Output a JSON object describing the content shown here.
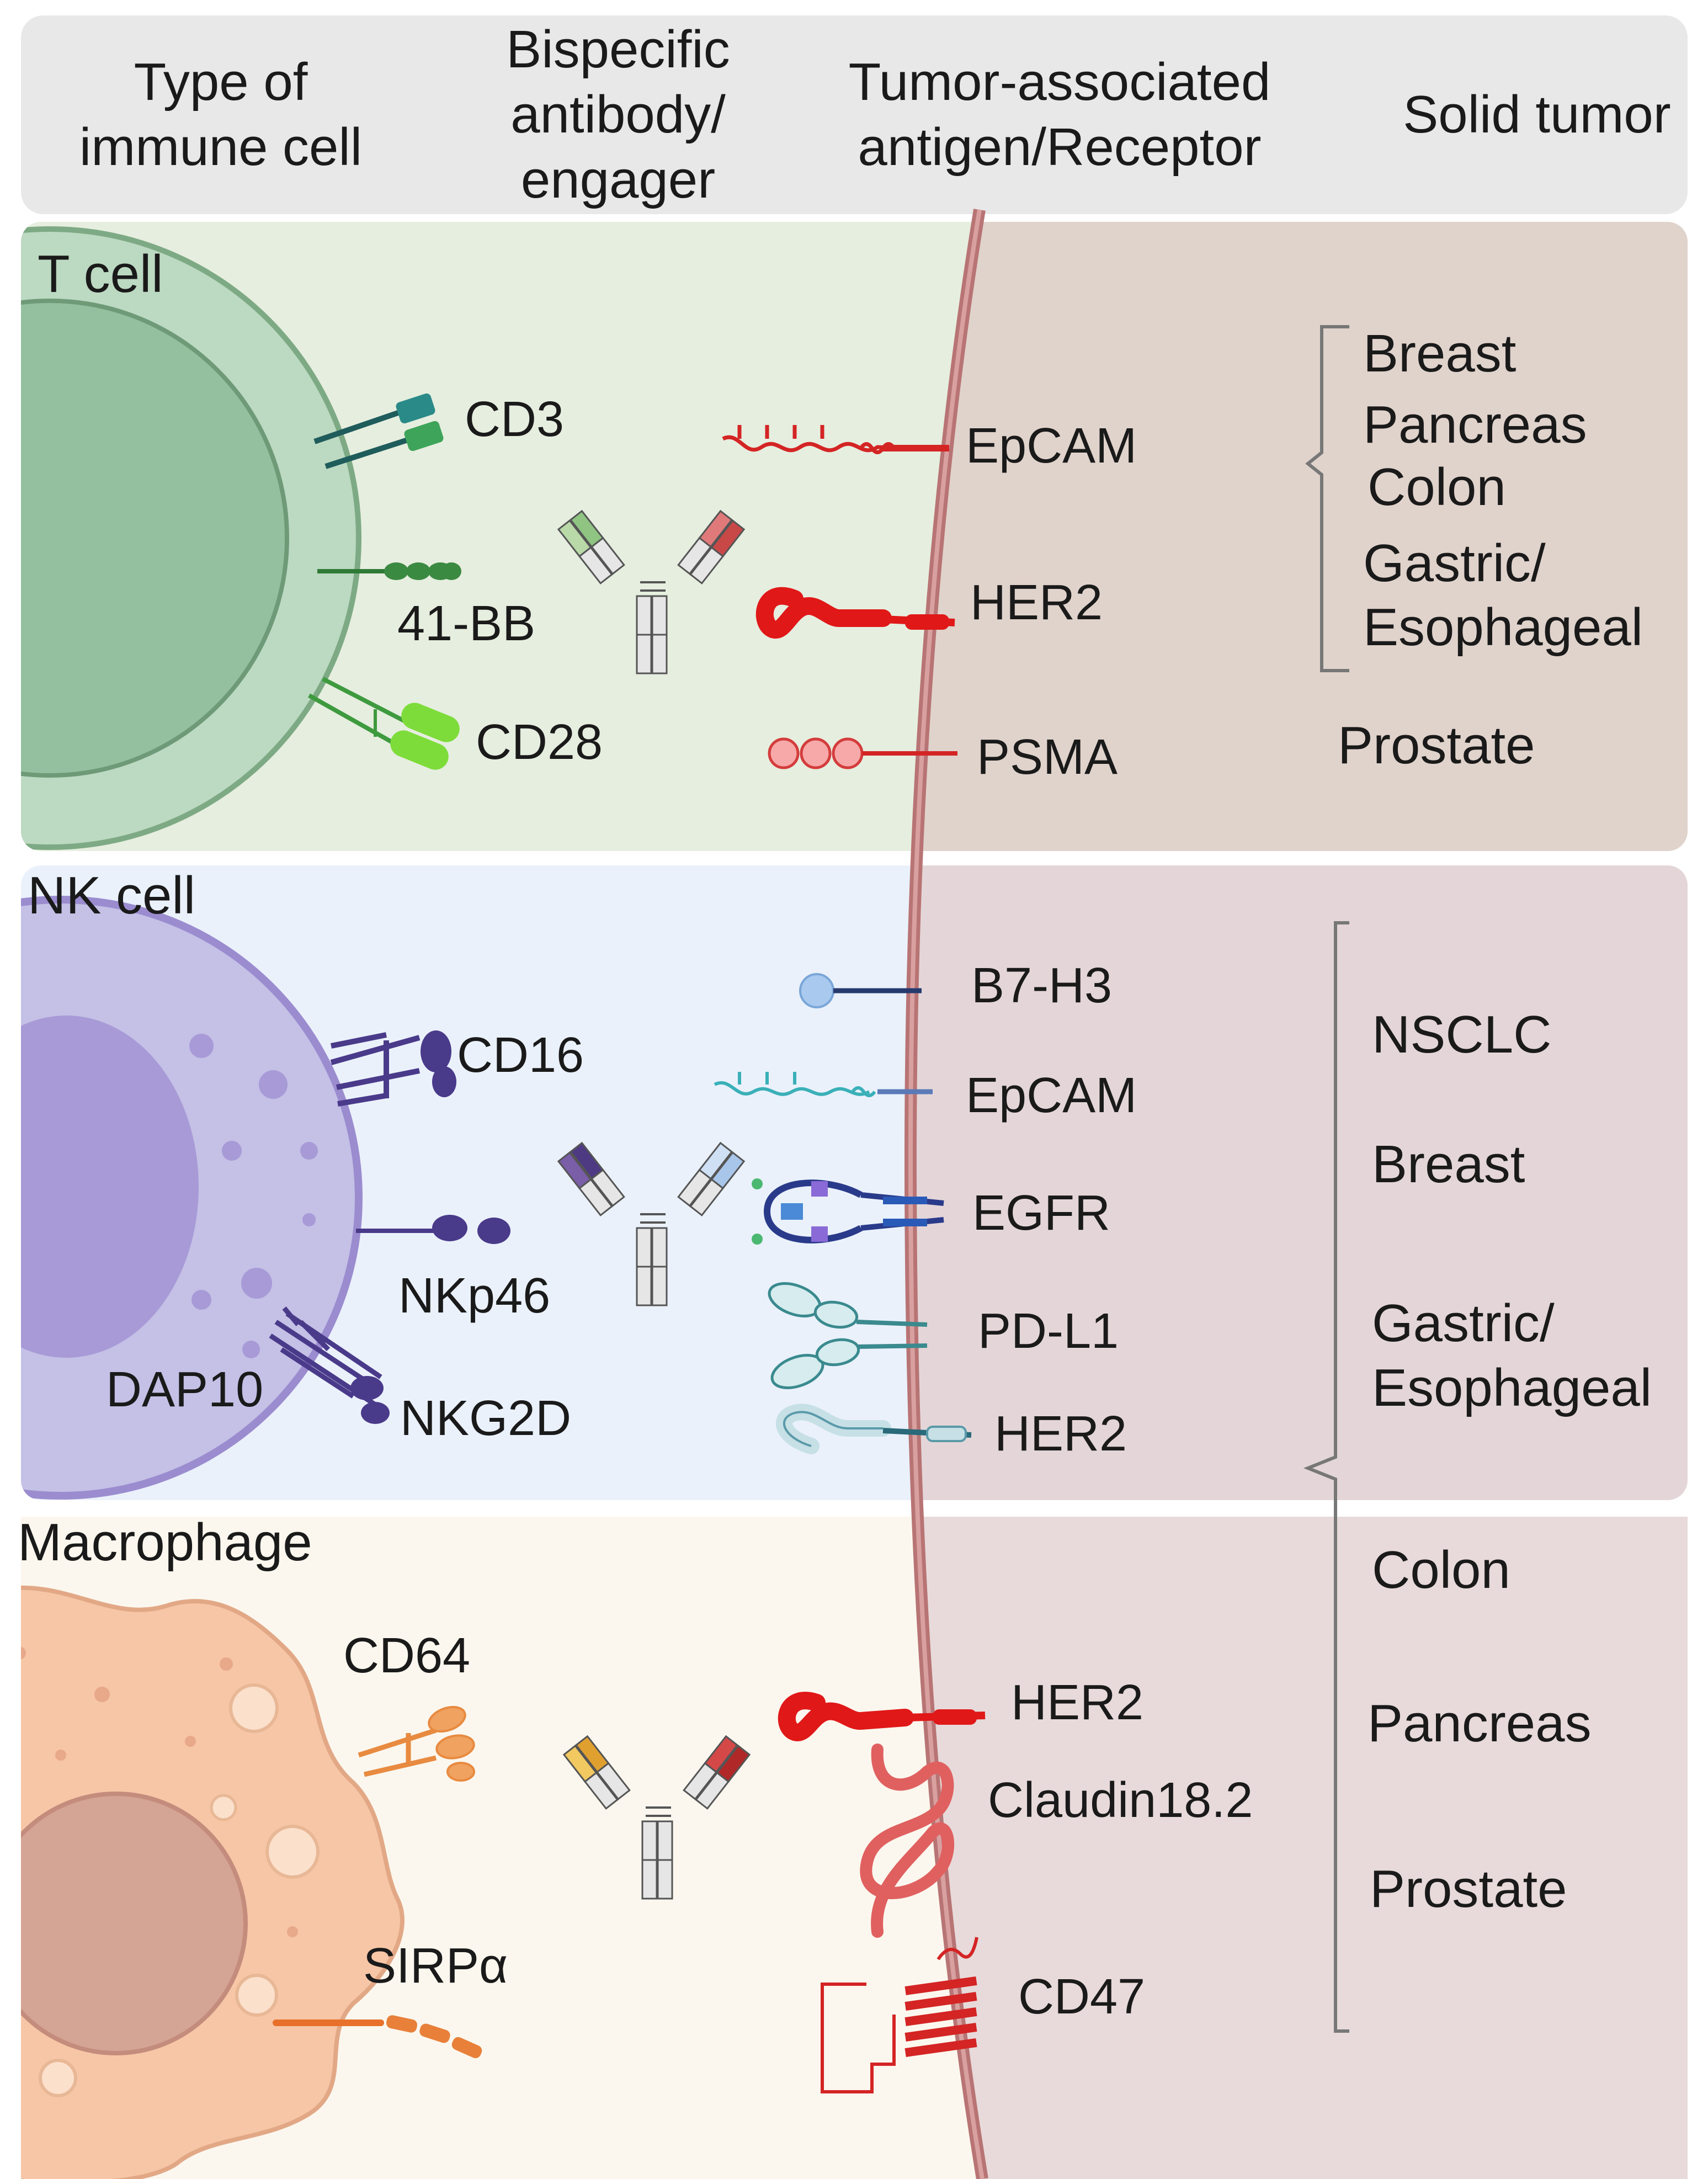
{
  "header": {
    "col_immune": [
      "Type of",
      "immune cell"
    ],
    "col_antibody": [
      "Bispecific",
      "antibody/",
      "engager"
    ],
    "col_antigen": [
      "Tumor-associated",
      "antigen/Receptor"
    ],
    "col_tumor": "Solid tumor"
  },
  "t_cell": {
    "title": "T cell",
    "receptors": [
      "CD3",
      "41-BB",
      "CD28"
    ],
    "antigens": [
      "EpCAM",
      "HER2",
      "PSMA"
    ],
    "tumors_group": [
      "Breast",
      "Pancreas",
      "Colon",
      "Gastric/",
      "Esophageal"
    ],
    "tumor_prostate": "Prostate"
  },
  "nk_cell": {
    "title": "NK cell",
    "receptors": [
      "CD16",
      "NKp46",
      "DAP10",
      "NKG2D"
    ],
    "antigens": [
      "B7-H3",
      "EpCAM",
      "EGFR",
      "PD-L1",
      "HER2"
    ]
  },
  "macrophage": {
    "title": "Macrophage",
    "receptors": [
      "CD64",
      "SIRPα"
    ],
    "antigens": [
      "HER2",
      "Claudin18.2",
      "CD47"
    ]
  },
  "shared_tumors": [
    "NSCLC",
    "Breast",
    "Gastric/",
    "Esophageal",
    "Colon",
    "Pancreas",
    "Prostate"
  ],
  "colors": {
    "t_bg": "#e6eedf",
    "nk_bg": "#eaf1fb",
    "mac_bg": "#fbf7ee",
    "tumor_bg": "#e3d5d2",
    "membrane": "#b87474",
    "antigen_red": "#e02020"
  }
}
